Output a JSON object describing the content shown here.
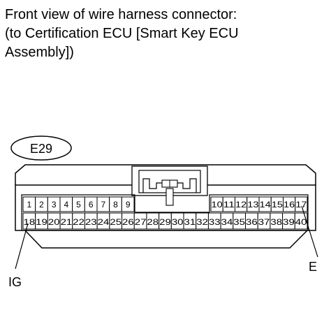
{
  "caption": {
    "line1": "Front view of wire harness connector:",
    "line2": "(to Certification ECU [Smart Key ECU",
    "line3": "Assembly])"
  },
  "connector": {
    "code": "E29",
    "row1_left": [
      "1",
      "2",
      "3",
      "4",
      "5",
      "6",
      "7",
      "8",
      "9"
    ],
    "row1_right": [
      "10",
      "11",
      "12",
      "13",
      "14",
      "15",
      "16",
      "17"
    ],
    "row2": [
      "18",
      "19",
      "20",
      "21",
      "22",
      "23",
      "24",
      "25",
      "26",
      "27",
      "28",
      "29",
      "30",
      "31",
      "32",
      "33",
      "34",
      "35",
      "36",
      "37",
      "38",
      "39",
      "40"
    ]
  },
  "callouts": {
    "left": "IG",
    "right": "E"
  }
}
